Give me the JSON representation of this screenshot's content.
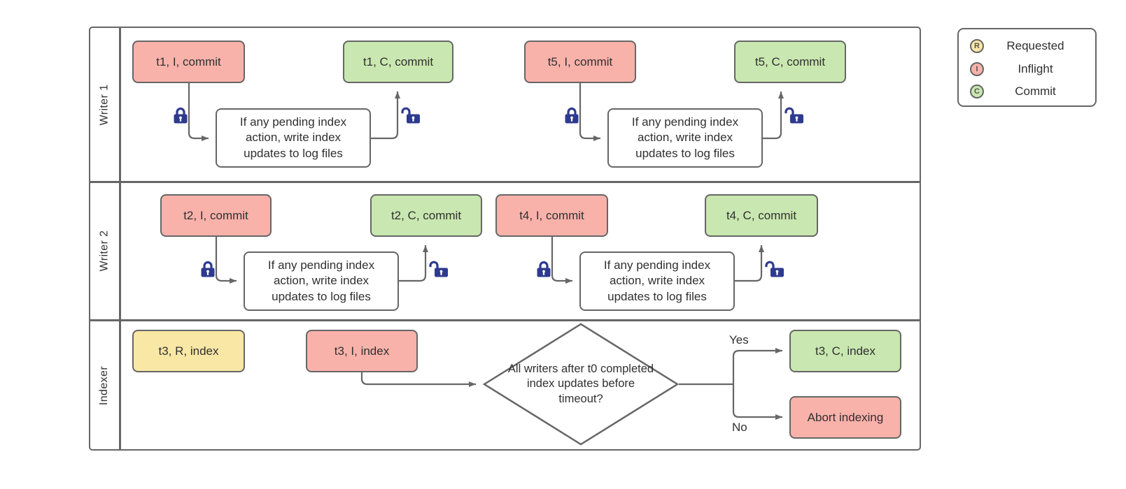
{
  "diagram": {
    "lanes": [
      {
        "label": "Writer 1"
      },
      {
        "label": "Writer 2"
      },
      {
        "label": "Indexer"
      }
    ],
    "nodes": {
      "t1_i": "t1, I, commit",
      "t1_c": "t1, C, commit",
      "t5_i": "t5, I, commit",
      "t5_c": "t5, C, commit",
      "t2_i": "t2, I, commit",
      "t2_c": "t2, C, commit",
      "t4_i": "t4, I, commit",
      "t4_c": "t4, C, commit",
      "t3_r": "t3, R, index",
      "t3_i": "t3, I, index",
      "t3_c": "t3, C, index",
      "abort": "Abort indexing"
    },
    "process_text": "If any pending index action, write index updates to log files",
    "decision_text": "All writers after t0 completed index updates before timeout?",
    "branches": {
      "yes": "Yes",
      "no": "No"
    }
  },
  "legend": {
    "items": [
      {
        "letter": "R",
        "label": "Requested",
        "color": "#f9e7a6"
      },
      {
        "letter": "I",
        "label": "Inflight",
        "color": "#f8b2aa"
      },
      {
        "letter": "C",
        "label": "Commit",
        "color": "#c9e7b0"
      }
    ]
  },
  "colors": {
    "inflight": "#f8b2aa",
    "commit": "#c9e7b0",
    "requested": "#f9e7a6",
    "stroke": "#666666",
    "lock": "#2d3a8f"
  }
}
